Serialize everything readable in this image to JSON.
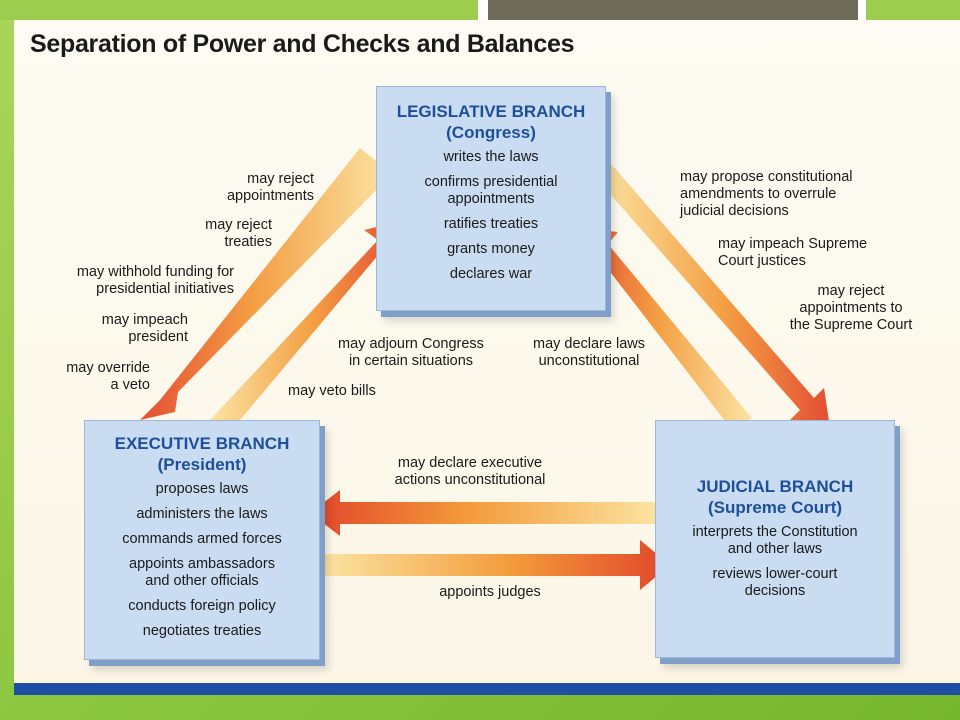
{
  "title": "Separation of Power and Checks and Balances",
  "legislative": {
    "name": "LEGISLATIVE BRANCH",
    "sub": "(Congress)",
    "duties": [
      "writes the laws",
      "confirms presidential\nappointments",
      "ratifies treaties",
      "grants money",
      "declares war"
    ]
  },
  "executive": {
    "name": "EXECUTIVE BRANCH",
    "sub": "(President)",
    "duties": [
      "proposes laws",
      "administers the laws",
      "commands armed forces",
      "appoints ambassadors\nand other officials",
      "conducts foreign policy",
      "negotiates treaties"
    ]
  },
  "judicial": {
    "name": "JUDICIAL BRANCH",
    "sub": "(Supreme Court)",
    "duties": [
      "interprets the Constitution\nand other laws",
      "reviews lower-court\ndecisions"
    ]
  },
  "checks": {
    "leg_on_exec": [
      "may reject\nappointments",
      "may reject\ntreaties",
      "may withhold funding for\npresidential initiatives",
      "may impeach\npresident",
      "may override\na veto"
    ],
    "exec_on_leg": [
      "may adjourn Congress\nin certain situations",
      "may veto bills"
    ],
    "leg_on_jud": [
      "may propose constitutional\namendments to overrule\njudicial decisions",
      "may impeach Supreme\nCourt justices",
      "may reject\nappointments to\nthe Supreme Court"
    ],
    "jud_on_leg": "may declare laws\nunconstitutional",
    "jud_on_exec": "may declare executive\nactions unconstitutional",
    "exec_on_jud": "appoints judges"
  },
  "colors": {
    "arrow_dark": "#e2452a",
    "arrow_mid": "#f39a3a",
    "arrow_light": "#fbe3a0",
    "branch_fill": "#c9dcf2",
    "branch_title": "#1e4f9a",
    "bottom_bar": "#1f4ea6"
  }
}
